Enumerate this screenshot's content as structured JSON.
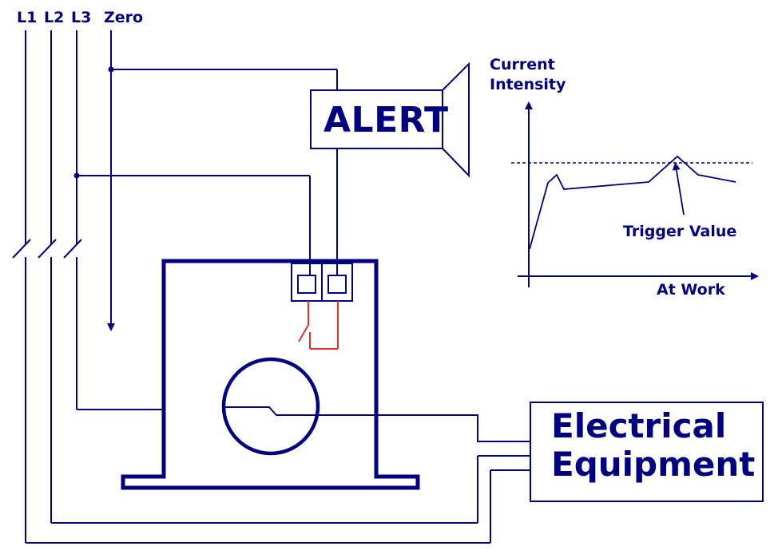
{
  "phases": {
    "l1": "L1",
    "l2": "L2",
    "l3": "L3",
    "zero": "Zero"
  },
  "alert": {
    "label": "ALERT"
  },
  "equipment": {
    "line1": "Electrical",
    "line2": "Equipment"
  },
  "graph": {
    "y_label_line1": "Current",
    "y_label_line2": "Intensity",
    "x_label": "At Work",
    "threshold_label": "Trigger Value"
  },
  "colors": {
    "wire": "#000080",
    "relay_contact": "#e03030",
    "background": "#ffffff"
  }
}
